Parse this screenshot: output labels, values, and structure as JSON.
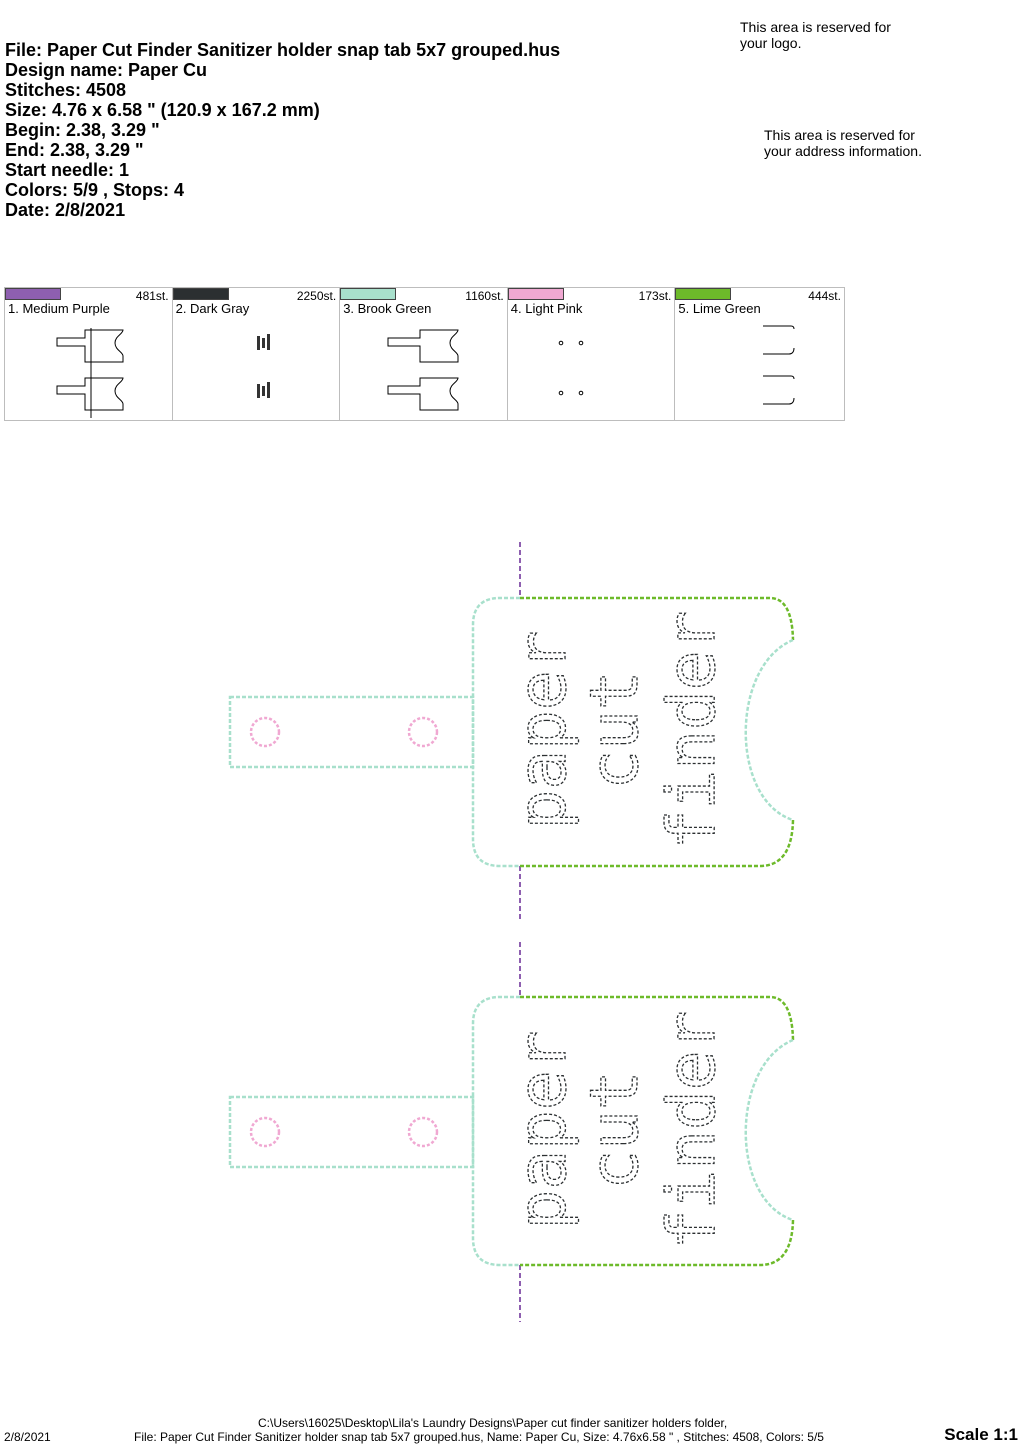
{
  "header": {
    "file": "File: Paper Cut Finder Sanitizer holder snap tab 5x7 grouped.hus",
    "design_name": "Design name: Paper Cu",
    "stitches": "Stitches: 4508",
    "size": "Size: 4.76 x 6.58 \" (120.9 x 167.2 mm)",
    "begin": "Begin: 2.38, 3.29 \"",
    "end": "End: 2.38, 3.29 \"",
    "start_needle": "Start needle: 1",
    "colors_stops": "Colors: 5/9 , Stops: 4",
    "date": "Date: 2/8/2021"
  },
  "reserved": {
    "logo_line1": "This area is reserved for",
    "logo_line2": "your logo.",
    "address_line1": "This area is reserved for",
    "address_line2": "your address information."
  },
  "colors": [
    {
      "label": "1. Medium Purple",
      "stitches": "481st.",
      "color": "#8e5fb0"
    },
    {
      "label": "2. Dark Gray",
      "stitches": "2250st.",
      "color": "#2b2f31"
    },
    {
      "label": "3. Brook Green",
      "stitches": "1160st.",
      "color": "#a8e0cc"
    },
    {
      "label": "4. Light Pink",
      "stitches": "173st.",
      "color": "#f0a8d2"
    },
    {
      "label": "5. Lime Green",
      "stitches": "444st.",
      "color": "#6dba2a"
    }
  ],
  "design_text": {
    "line1": "paper",
    "line2": "cut",
    "line3": "finder"
  },
  "footer": {
    "date": "2/8/2021",
    "path": "C:\\Users\\16025\\Desktop\\Lila's Laundry Designs\\Paper cut finder sanitizer holders folder,",
    "summary": "File: Paper Cut Finder Sanitizer holder snap tab 5x7 grouped.hus, Name: Paper Cu, Size: 4.76x6.58 \" , Stitches: 4508, Colors: 5/5",
    "scale": "Scale 1:1"
  }
}
